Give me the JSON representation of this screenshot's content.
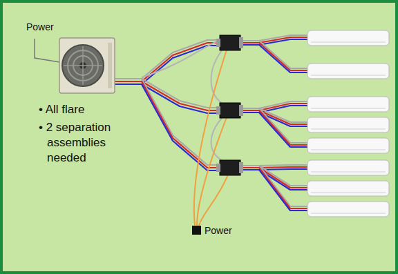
{
  "diagram": {
    "labels": [
      "Power",
      "• All flare",
      "• 2 separation assemblies needed",
      "Power"
    ]
  }
}
